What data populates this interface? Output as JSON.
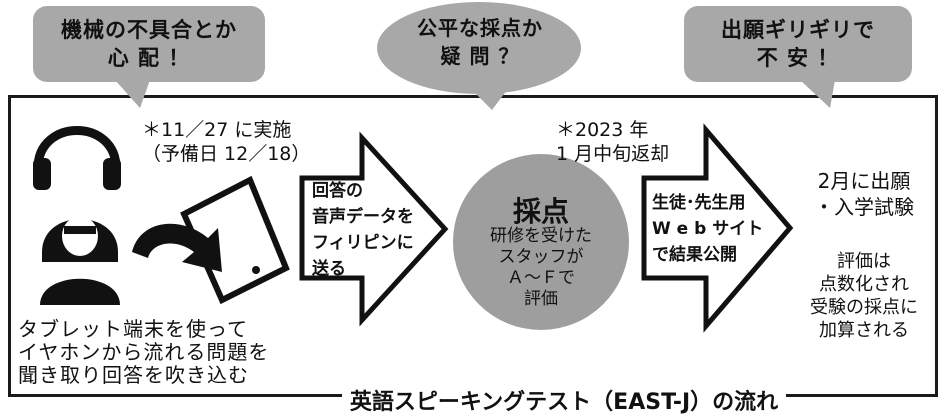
{
  "bubbles": {
    "left": "機械の不具合とか\n心 配 ！",
    "center": "公平な採点か\n疑 問 ？",
    "right": "出願ギリギリで\n不 安 ！"
  },
  "notes": {
    "date": "＊11／27 に実施\n（予備日 12／18）",
    "return": "＊2023 年\n1 月中旬返却"
  },
  "steps": {
    "send": "回答の\n音声データを\nフィリピンに\n送る",
    "scoring_title": "採点",
    "scoring_body": "研修を受けた\nスタッフが\nＡ～Ｆで\n評価",
    "publish": "生徒･先生用\nW e b サイト\nで結果公開",
    "apply_title": "2月に出願\n・入学試験",
    "apply_body": "評価は\n点数化され\n受験の採点に\n加算される"
  },
  "student_text": "タブレット端末を使って\nイヤホンから流れる問題を\n聞き取り回答を吹き込む",
  "caption": "英語スピーキングテスト（EAST-J）の流れ",
  "colors": {
    "bubble_fill": "#a8a8a8",
    "circle_fill": "#9e9e9e",
    "outline": "#1a1a1a"
  }
}
